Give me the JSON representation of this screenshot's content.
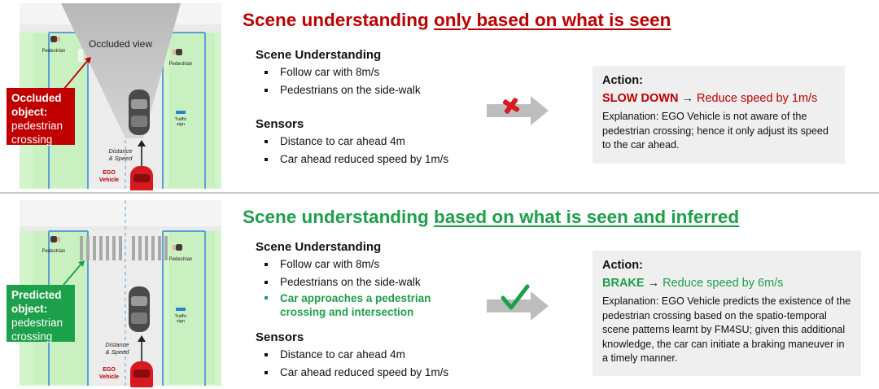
{
  "top": {
    "title_prefix": "Scene understanding ",
    "title_underlined": "only based on what is seen",
    "accent": "#c00000",
    "callout_line1": "Occluded",
    "callout_line2": "object:",
    "callout_line3": "pedestrian",
    "callout_line4": "crossing",
    "scene_label": "Scene Understanding",
    "scene_items": [
      "Follow car with 8m/s",
      "Pedestrians on the side-walk"
    ],
    "sensors_label": "Sensors",
    "sensor_items": [
      "Distance to car ahead 4m",
      "Car ahead reduced speed by 1m/s"
    ],
    "result_icon": "cross-icon",
    "action_label": "Action:",
    "action_keyword": "SLOW DOWN",
    "action_arrow": "→",
    "action_text": "Reduce speed by 1m/s",
    "explanation": "Explanation: EGO Vehicle is not aware of the pedestrian crossing; hence it only adjust its speed to the car ahead.",
    "diagram": {
      "occluded_view": "Occluded view",
      "pedestrian_left": "Pedestrian",
      "pedestrian_right": "Pedestrian",
      "traffic_sign_line1": "Traffic",
      "traffic_sign_line2": "sign",
      "distance_line1": "Distance",
      "distance_line2": "& Speed",
      "ego_line1": "EGO",
      "ego_line2": "Vehicle"
    }
  },
  "bottom": {
    "title_prefix": "Scene understanding ",
    "title_underlined": "based on what is seen and inferred",
    "accent": "#1da04a",
    "callout_line1": "Predicted",
    "callout_line2": "object:",
    "callout_line3": "pedestrian",
    "callout_line4": "crossing",
    "scene_label": "Scene Understanding",
    "scene_items": [
      "Follow car with 8m/s",
      "Pedestrians on the side-walk"
    ],
    "scene_highlight": "Car approaches a pedestrian crossing and intersection",
    "sensors_label": "Sensors",
    "sensor_items": [
      "Distance to car ahead 4m",
      "Car ahead reduced speed by 1m/s"
    ],
    "result_icon": "checkmark-icon",
    "action_label": "Action:",
    "action_keyword": "BRAKE",
    "action_arrow": "→",
    "action_text": "Reduce speed by 6m/s",
    "explanation": "Explanation: EGO Vehicle predicts the existence of the pedestrian crossing based on the spatio-temporal scene patterns learnt by FM4SU; given this additional knowledge, the car can initiate a braking maneuver in a timely manner.",
    "diagram": {
      "pedestrian_left": "Pedestrian",
      "pedestrian_right": "Pedestrian",
      "traffic_sign_line1": "Traffic",
      "traffic_sign_line2": "sign",
      "distance_line1": "Distance",
      "distance_line2": "& Speed",
      "ego_line1": "EGO",
      "ego_line2": "Vehicle"
    }
  }
}
